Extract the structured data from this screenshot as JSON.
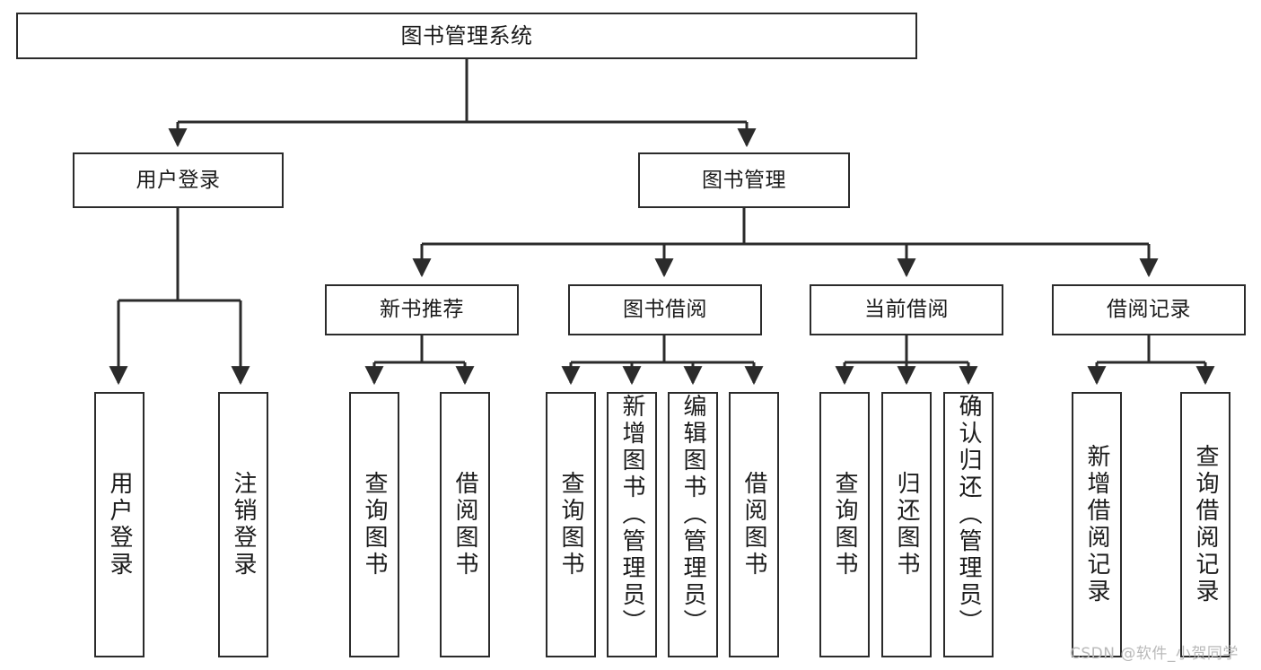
{
  "diagram": {
    "type": "tree",
    "title": "图书管理系统",
    "watermark": "CSDN @软件_小贺同学",
    "colors": {
      "stroke": "#2b2b2b",
      "fill": "#ffffff",
      "text": "#1b1b1b",
      "watermark": "#b9b9b9"
    },
    "nodes": {
      "root": {
        "label": "图书管理系统"
      },
      "level2": [
        {
          "label": "用户登录"
        },
        {
          "label": "图书管理"
        }
      ],
      "level3": [
        {
          "label": "新书推荐"
        },
        {
          "label": "图书借阅"
        },
        {
          "label": "当前借阅"
        },
        {
          "label": "借阅记录"
        }
      ],
      "leaves": {
        "user_login": [
          {
            "label": "用户登录"
          },
          {
            "label": "注销登录"
          }
        ],
        "new_book": [
          {
            "label": "查询图书"
          },
          {
            "label": "借阅图书"
          }
        ],
        "borrow": [
          {
            "label": "查询图书"
          },
          {
            "label": "新增图书（管理员）"
          },
          {
            "label": "编辑图书（管理员）"
          },
          {
            "label": "借阅图书"
          }
        ],
        "current": [
          {
            "label": "查询图书"
          },
          {
            "label": "归还图书"
          },
          {
            "label": "确认归还（管理员）"
          }
        ],
        "records": [
          {
            "label": "新增借阅记录"
          },
          {
            "label": "查询借阅记录"
          }
        ]
      }
    },
    "edges": [
      {
        "from": "图书管理系统",
        "to": "用户登录"
      },
      {
        "from": "图书管理系统",
        "to": "图书管理"
      },
      {
        "from": "图书管理",
        "to": "新书推荐"
      },
      {
        "from": "图书管理",
        "to": "图书借阅"
      },
      {
        "from": "图书管理",
        "to": "当前借阅"
      },
      {
        "from": "图书管理",
        "to": "借阅记录"
      },
      {
        "from": "用户登录",
        "to": "用户登录"
      },
      {
        "from": "用户登录",
        "to": "注销登录"
      },
      {
        "from": "新书推荐",
        "to": "查询图书"
      },
      {
        "from": "新书推荐",
        "to": "借阅图书"
      },
      {
        "from": "图书借阅",
        "to": "查询图书"
      },
      {
        "from": "图书借阅",
        "to": "新增图书（管理员）"
      },
      {
        "from": "图书借阅",
        "to": "编辑图书（管理员）"
      },
      {
        "from": "图书借阅",
        "to": "借阅图书"
      },
      {
        "from": "当前借阅",
        "to": "查询图书"
      },
      {
        "from": "当前借阅",
        "to": "归还图书"
      },
      {
        "from": "当前借阅",
        "to": "确认归还（管理员）"
      },
      {
        "from": "借阅记录",
        "to": "新增借阅记录"
      },
      {
        "from": "借阅记录",
        "to": "查询借阅记录"
      }
    ]
  }
}
